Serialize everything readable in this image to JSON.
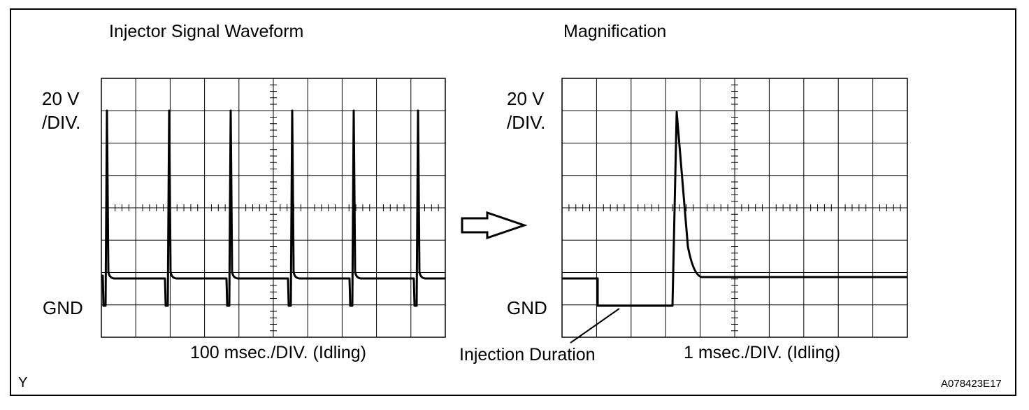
{
  "left_panel": {
    "title": "Injector Signal Waveform",
    "volts_line1": "20 V",
    "volts_line2": "/DIV.",
    "gnd": "GND",
    "timebase": "100 msec./DIV. (Idling)"
  },
  "right_panel": {
    "title": "Magnification",
    "volts_line1": "20 V",
    "volts_line2": "/DIV.",
    "gnd": "GND",
    "timebase": "1 msec./DIV. (Idling)",
    "callout": "Injection Duration"
  },
  "footer": {
    "corner_letter": "Y",
    "figure_code": "A078423E17"
  },
  "colors": {
    "line": "#000000",
    "background": "#ffffff"
  }
}
